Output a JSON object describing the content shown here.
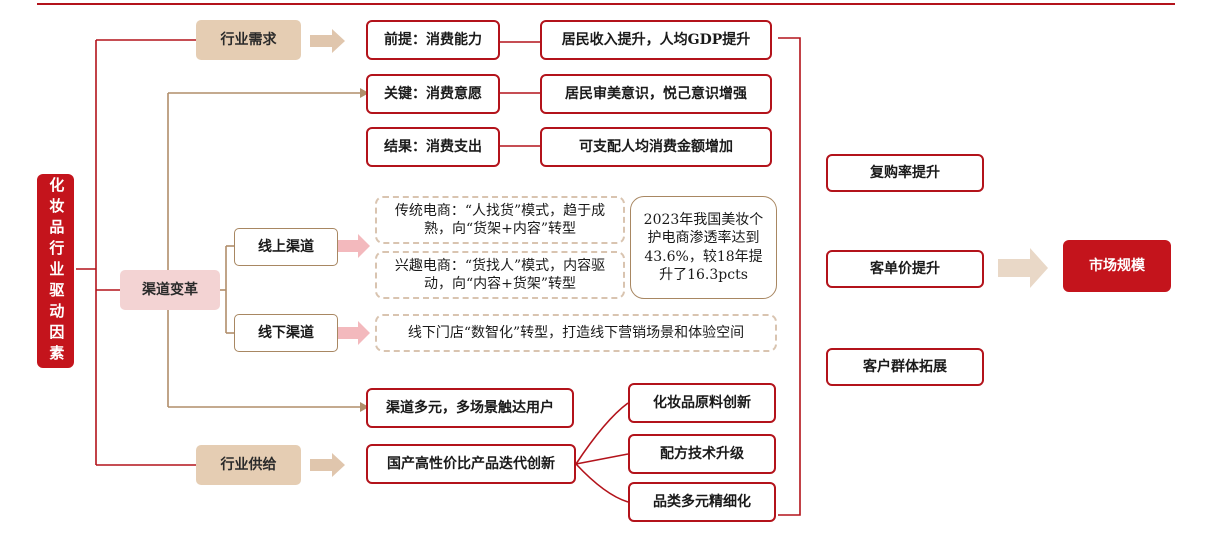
{
  "root": "化妆品行业驱动因素",
  "demand": {
    "label": "行业需求",
    "premise": "前提：消费能力",
    "premise_detail": "居民收入提升，人均GDP提升",
    "key": "关键：消费意愿",
    "key_detail": "居民审美意识，悦己意识增强",
    "result": "结果：消费支出",
    "result_detail": "可支配人均消费金额增加"
  },
  "channel": {
    "label": "渠道变革",
    "online": {
      "label": "线上渠道",
      "traditional": "传统电商：“人找货”模式，趋于成熟，向“货架+内容”转型",
      "interest": "兴趣电商：“货找人”模式，内容驱动，向“内容+货架”转型",
      "stat": "2023年我国美妆个护电商渗透率达到43.6%，较18年提升了16.3pcts"
    },
    "offline": {
      "label": "线下渠道",
      "detail": "线下门店“数智化”转型，打造线下营销场景和体验空间"
    },
    "multi": "渠道多元，多场景触达用户"
  },
  "supply": {
    "label": "行业供给",
    "main": "国产高性价比产品迭代创新",
    "items": [
      "化妆品原料创新",
      "配方技术升级",
      "品类多元精细化"
    ]
  },
  "outcomes": {
    "items": [
      "复购率提升",
      "客单价提升",
      "客户群体拓展"
    ],
    "target": "市场规模"
  }
}
